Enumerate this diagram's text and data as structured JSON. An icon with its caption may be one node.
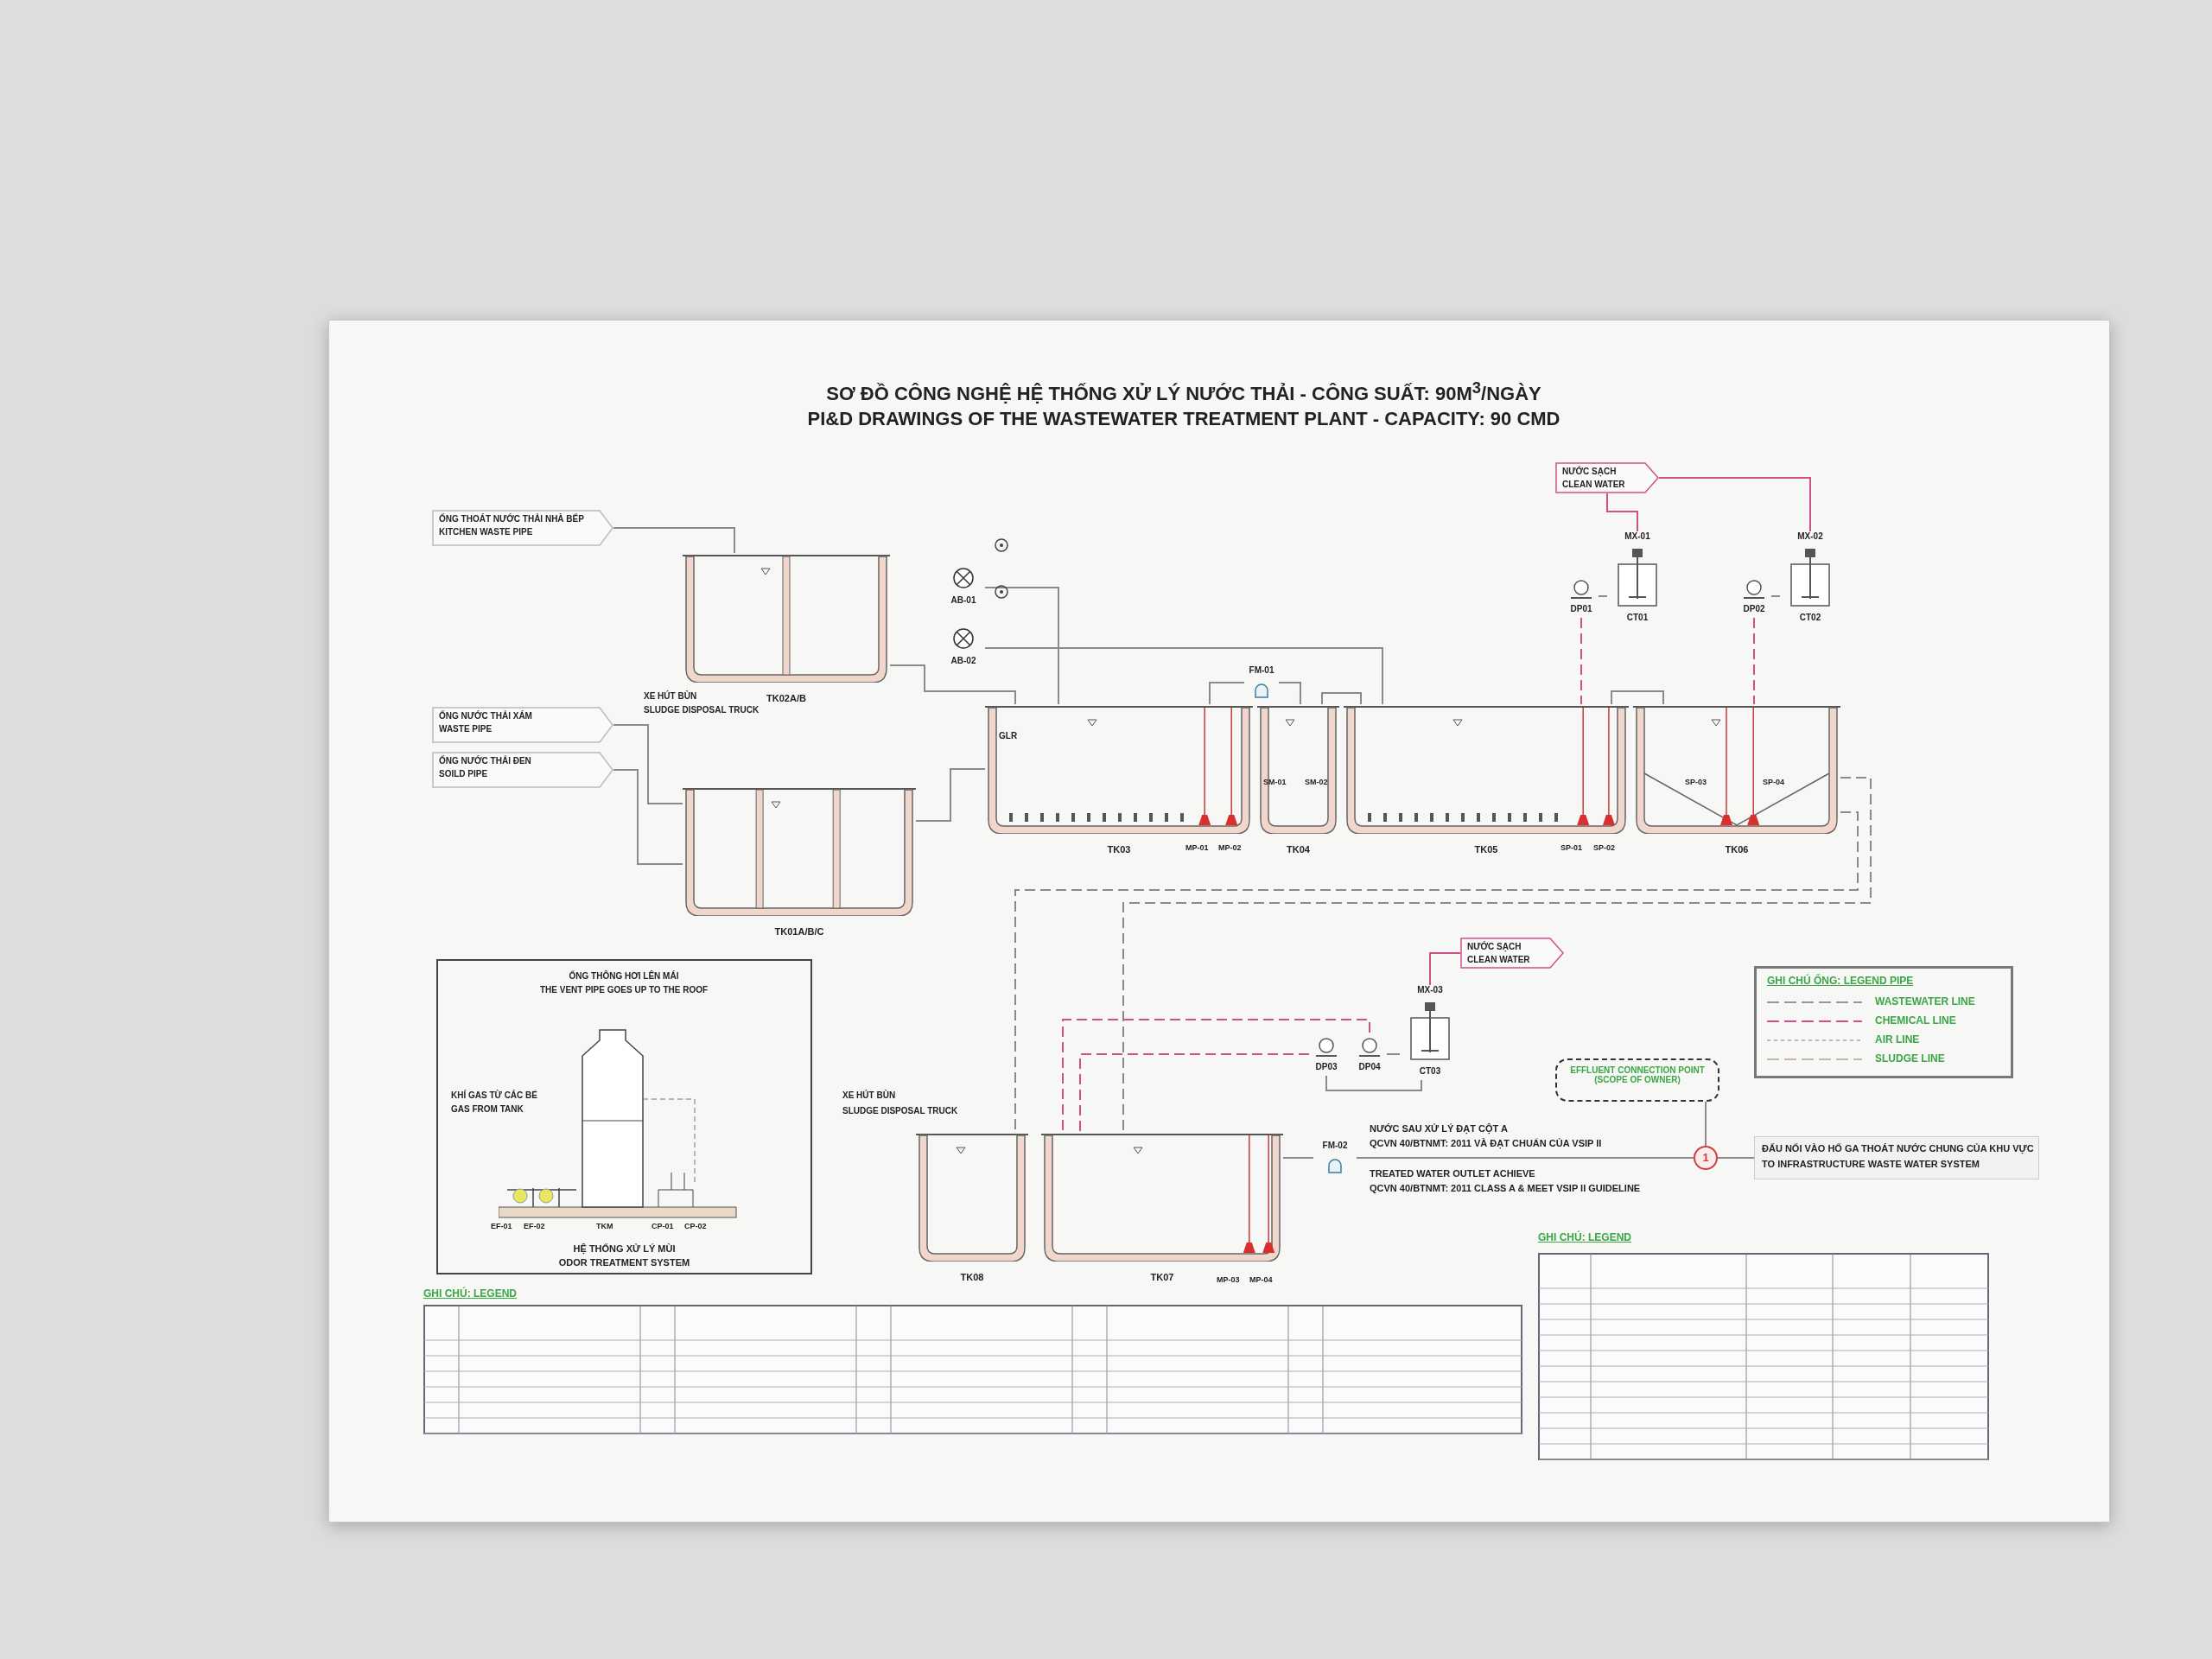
{
  "diagram": {
    "title": "SƠ ĐỒ CÔNG NGHỆ HỆ THỐNG XỬ LÝ NƯỚC THẢI - CÔNG SUẤT: 90M$^{3}$/NGÀY",
    "nodes": [
      {
        "text": [
          "ỐNG THOÁT NƯỚC THẢI NHÀ BẾP",
          "KITCHEN WASTE PIPE"
        ]
      },
      {
        "text": [
          "NƯỚC SẠCH",
          "CLEAN WATER"
        ]
      },
      {
        "text": [
          "TK02A/B"
        ]
      },
      {
        "text": [
          "CT01"
        ],
        "beside": [
          "MX-01"
        ]
      },
      {
        "text": [
          "DP01"
        ]
      },
      {
        "text": [
          "CT02"
        ],
        "beside": [
          "MX-02"
        ]
      },
      {
        "text": [
          "DP02"
        ]
      },
      {
        "text": [
          "AB-01"
        ]
      },
      {
        "text": [
          "AB-02"
        ]
      },
      {
        "text": [
          "FM-01"
        ]
      },
      {
        "text": [
          "ỐNG NƯỚC THẢI XÁM",
          "WASTE PIPE"
        ]
      },
      {
        "text": [
          "ỐNG NƯỚC THẢI ĐEN",
          "SOILD PIPE"
        ]
      },
      {
        "text": [
          "TK03"
        ]
      },
      {
        "text": [
          "TK04"
        ]
      },
      {
        "text": [
          "TK05"
        ]
      },
      {
        "text": [
          "TK06"
        ]
      },
      {
        "text": [
          "TK01A/B/C"
        ]
      },
      {
        "text": [
          "HỆ THỐNG XỬ LÝ MÙI",
          "ODOR TREATMENT SYSTEM"
        ]
      },
      {
        "text": [
          "NƯỚC SẠCH",
          "CLEAN WATER"
        ]
      },
      {
        "text": [
          "CT03"
        ],
        "beside": [
          "MX-03"
        ]
      },
      {
        "text": [
          "DP03"
        ]
      },
      {
        "text": [
          "DP04"
        ]
      },
      {
        "text": [
          "EFFLUENT CONNECTION POINT (SCOPE OF OWNER)"
        ]
      },
      {
        "text": [
          "TK08"
        ]
      },
      {
        "text": [
          "TK07"
        ]
      },
      {
        "text": [
          "FM-02"
        ]
      },
      {
        "text": [
          "1"
        ]
      },
      {
        "text": [
          "ĐẤU NỐI VÀO HỐ GA THOÁT NƯỚC CHUNG CỦA KHU VỰC",
          "TO INFRASTRUCTURE WASTE WATER SYSTEM"
        ]
      }
    ],
    "edges": [
      {
        "from": 0,
        "to": 2,
        "arrow": "none"
      },
      {
        "from": 10,
        "to": 16,
        "arrow": "none"
      },
      {
        "from": 11,
        "to": 16,
        "arrow": "none"
      },
      {
        "from": 2,
        "to": 12,
        "arrow": "none"
      },
      {
        "from": 16,
        "to": 12,
        "arrow": "none"
      },
      {
        "from": 7,
        "to": 12,
        "arrow": "none"
      },
      {
        "from": 8,
        "to": 14,
        "arrow": "none"
      },
      {
        "from": 12,
        "to": 9,
        "arrow": "none"
      },
      {
        "from": 9,
        "to": 13,
        "arrow": "none"
      },
      {
        "from": 13,
        "to": 14,
        "arrow": "none"
      },
      {
        "from": 14,
        "to": 15,
        "arrow": "none"
      },
      {
        "from": 1,
        "to": 3,
        "arrow": "none",
        "color": "#d0508a"
      },
      {
        "from": 1,
        "to": 5,
        "arrow": "none",
        "color": "#d0508a"
      },
      {
        "from": 3,
        "to": 4,
        "arrow": "none"
      },
      {
        "from": 5,
        "to": 6,
        "arrow": "none"
      },
      {
        "from": 4,
        "to": 14,
        "arrow": "none",
        "style": "dashed",
        "color": "#d0508a"
      },
      {
        "from": 6,
        "to": 15,
        "arrow": "none",
        "style": "dashed",
        "color": "#d0508a"
      },
      {
        "from": 15,
        "to": 24,
        "arrow": "none",
        "style": "dashed"
      },
      {
        "from": 15,
        "to": 23,
        "arrow": "none",
        "style": "dashed"
      },
      {
        "from": 18,
        "to": 19,
        "arrow": "none",
        "color": "#d0508a"
      },
      {
        "from": 19,
        "to": 21,
        "arrow": "none"
      },
      {
        "from": 19,
        "to": 20,
        "arrow": "none"
      },
      {
        "from": 20,
        "to": 24,
        "arrow": "none",
        "style": "dashed",
        "color": "#d0508a"
      },
      {
        "from": 21,
        "to": 24,
        "arrow": "none",
        "style": "dashed",
        "color": "#d0508a"
      },
      {
        "from": 24,
        "to": 25,
        "arrow": "none"
      },
      {
        "from": 25,
        "to": 26,
        "arrow": "none"
      },
      {
        "from": 26,
        "to": 27,
        "arrow": "none"
      },
      {
        "from": 22,
        "to": 26,
        "arrow": "none"
      }
    ],
    "labels": [
      "PI&D DRAWINGS OF THE WASTEWATER TREATMENT PLANT - CAPACITY: 90 CMD",
      "XE HÚT BÙN",
      "SLUDGE DISPOSAL TRUCK",
      "GLR",
      "MP-01",
      "MP-02",
      "SM-01",
      "SM-02",
      "SP-01",
      "SP-02",
      "SP-03",
      "SP-04",
      "ỐNG THÔNG HƠI LÊN MÁI",
      "THE VENT PIPE GOES UP TO THE ROOF",
      "KHÍ GAS TỪ CÁC BỂ",
      "GAS FROM TANK",
      "EF-01",
      "EF-02",
      "TKM",
      "CP-01",
      "CP-02",
      "XE HÚT BÙN",
      "SLUDGE DISPOSAL TRUCK",
      "NƯỚC SAU XỬ LÝ ĐẠT CỘT A",
      "QCVN 40/BTNMT: 2011 VÀ ĐẠT CHUẨN CỦA VSIP II",
      "TREATED WATER OUTLET ACHIEVE",
      "QCVN 40/BTNMT: 2011 CLASS A & MEET VSIP II GUIDELINE",
      "MP-03",
      "MP-04",
      "GHI CHÚ ỐNG: LEGEND PIPE",
      "GHI CHÚ: LEGEND",
      "GHI CHÚ: LEGEND"
    ],
    "legend": [
      {
        "text": "WASTEWATER LINE"
      },
      {
        "text": "CHEMICAL LINE"
      },
      {
        "text": "AIR LINE"
      },
      {
        "text": "SLUDGE LINE"
      }
    ]
  }
}
